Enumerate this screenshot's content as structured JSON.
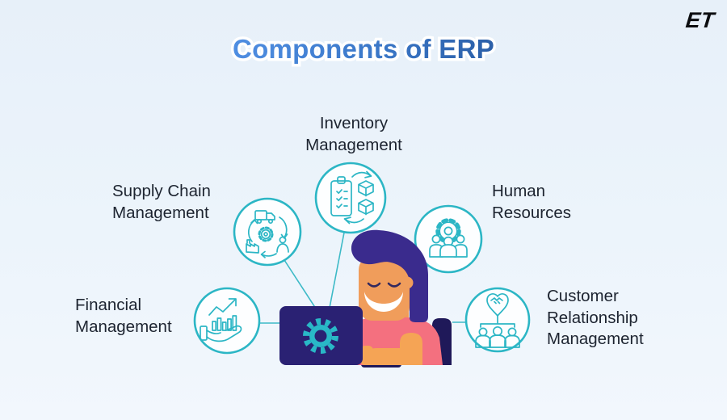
{
  "page": {
    "title": "Components of ERP",
    "logo_text": "ET",
    "background_color": "#ecf4fb"
  },
  "diagram": {
    "center_figure": "person-working-on-laptop-with-gear",
    "nodes": [
      {
        "id": "inventory-management",
        "label": "Inventory\nManagement",
        "icon": "inventory-clipboard-boxes-cycle-icon"
      },
      {
        "id": "supply-chain-management",
        "label": "Supply Chain\nManagement",
        "icon": "supply-chain-truck-factory-cycle-icon"
      },
      {
        "id": "human-resources",
        "label": "Human\nResources",
        "icon": "hr-gear-team-icon"
      },
      {
        "id": "financial-management",
        "label": "Financial\nManagement",
        "icon": "finance-hand-growth-chart-icon"
      },
      {
        "id": "customer-relationship-management",
        "label": "Customer\nRelationship\nManagement",
        "icon": "crm-heart-handshake-orgchart-icon"
      }
    ],
    "colors": {
      "accent_teal": "#2cb6c5",
      "title_blue_start": "#4f8ee2",
      "title_blue_end": "#2b5fa8",
      "laptop_navy": "#2a2173",
      "dark_navy": "#1f1959",
      "hair_purple": "#3a2b8d",
      "skin_orange": "#f09d5b",
      "shirt_pink": "#f4707f",
      "text_dark": "#1d2430"
    }
  }
}
